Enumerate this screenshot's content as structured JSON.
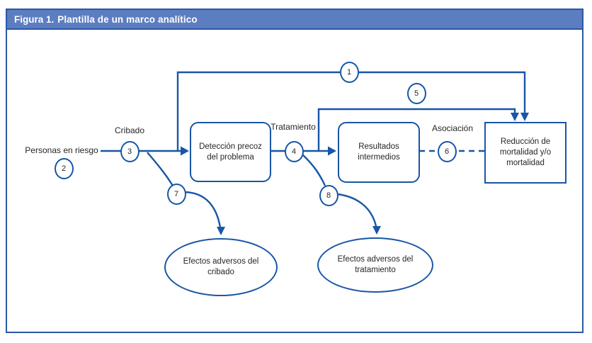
{
  "header": {
    "title_prefix": "Figura 1.",
    "title_rest": "Plantilla de un marco analítico"
  },
  "colors": {
    "line_blue": "#1856A6",
    "frame_border": "#2A58A6",
    "header_bg": "#5D7DC1",
    "header_text": "#FFFFFF",
    "text": "#262626",
    "background": "#FFFFFF"
  },
  "diagram": {
    "labels": {
      "personas": "Personas en riesgo",
      "cribado": "Cribado",
      "tratamiento": "Tratamiento",
      "asociacion": "Asociación"
    },
    "boxes": {
      "deteccion": "Detección precoz del problema",
      "resultados": "Resultados intermedios",
      "reduccion": "Reducción de mortalidad y/o mortalidad"
    },
    "ellipses": {
      "adversos_cribado": "Efectos adversos del cribado",
      "adversos_tratamiento": "Efectos adversos del tratamiento"
    },
    "markers": [
      "1",
      "2",
      "3",
      "4",
      "5",
      "6",
      "7",
      "8"
    ],
    "connector_styles": {
      "solid_arrows": "solid blue arrows for flow",
      "dashed_link": "dashed line for association (marker 6)"
    }
  }
}
